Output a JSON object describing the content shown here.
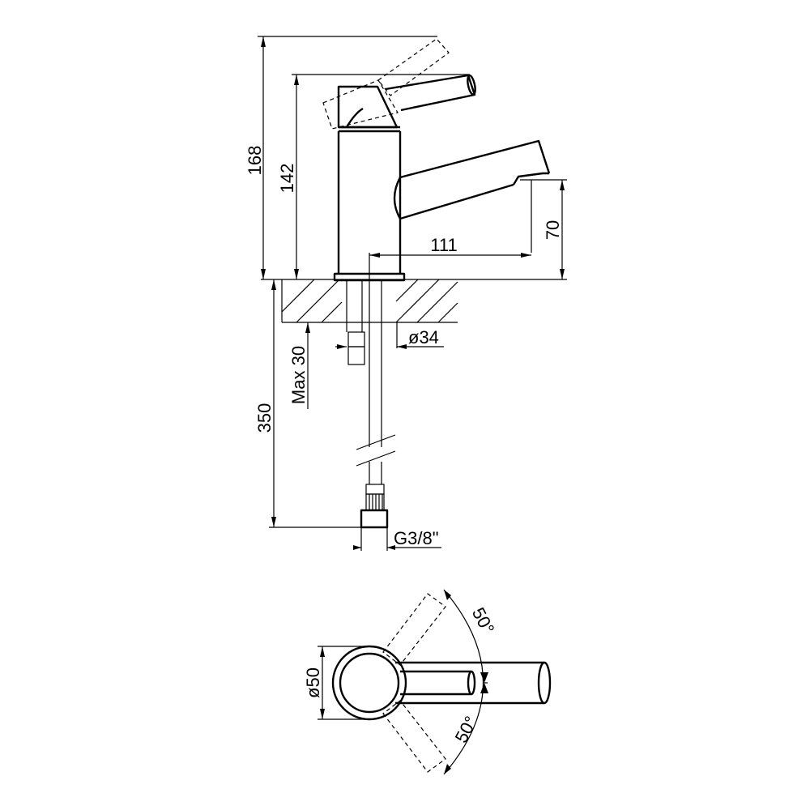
{
  "side_view": {
    "total_height": "168",
    "lever_height": "142",
    "spout_reach": "111",
    "spout_height": "70",
    "hole_diameter": "ø34",
    "max_deck_thickness": "Max 30",
    "hose_length": "350",
    "connection_thread": "G3/8\""
  },
  "top_view": {
    "body_diameter": "ø50",
    "lever_angle_upper": "50°",
    "lever_angle_lower": "50°"
  }
}
